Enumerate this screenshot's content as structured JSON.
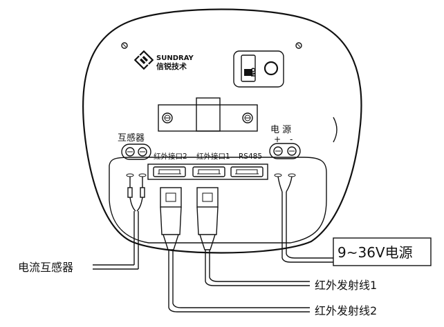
{
  "device": {
    "brand_logo_en": "SUNDRAY",
    "brand_logo_cn": "信锐技术",
    "switch_label": "ON"
  },
  "ports": {
    "current_transformer": "互感器",
    "ir_port_2": "红外接口2",
    "ir_port_1": "红外接口1",
    "rs485": "RS485",
    "power": "电 源",
    "plus": "+",
    "minus": "-"
  },
  "callouts": {
    "power_supply": "9~36V电源",
    "current_transformer_cable": "电流互感器",
    "ir_emitter_1": "红外发射线1",
    "ir_emitter_2": "红外发射线2"
  }
}
